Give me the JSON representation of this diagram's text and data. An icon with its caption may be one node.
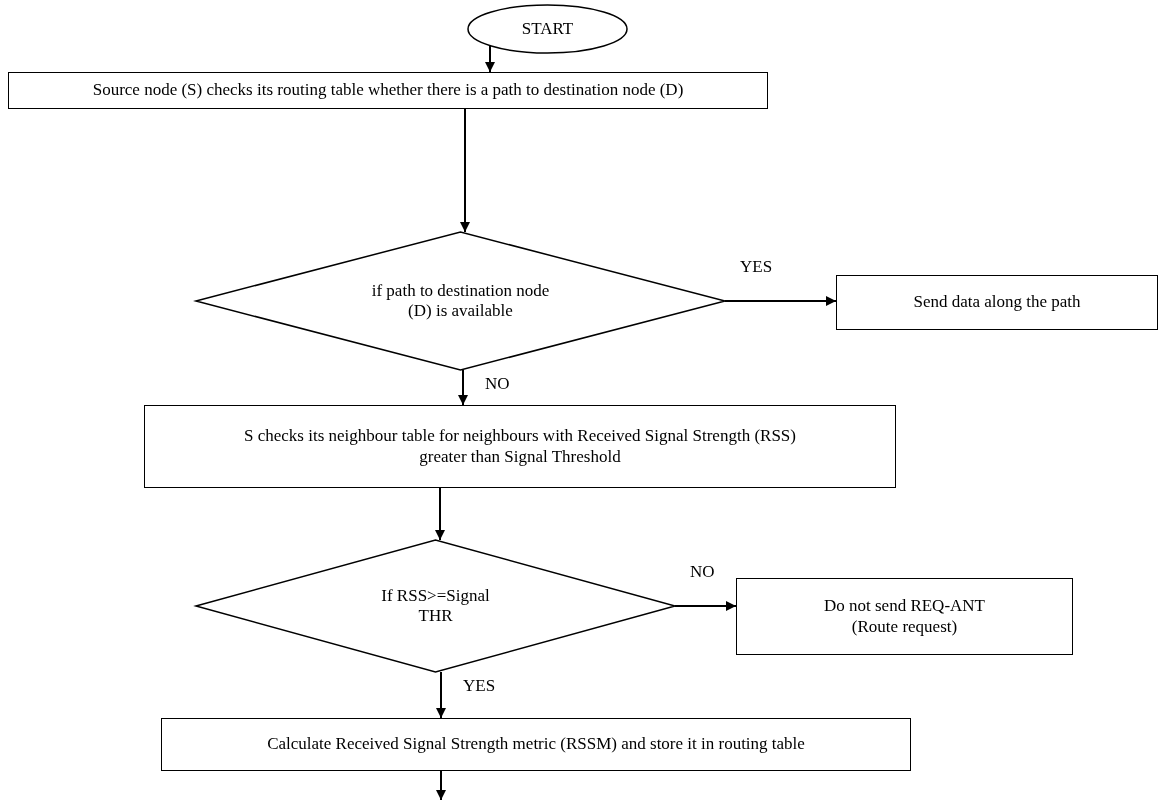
{
  "diagram": {
    "nodes": [
      {
        "text": [
          "START"
        ]
      },
      {
        "text": [
          "Source node (S) checks its routing table whether there is a path to destination node (D)"
        ]
      },
      {
        "text": [
          "if path to destination node (D) is available"
        ]
      },
      {
        "text": [
          "Send data along the path"
        ]
      },
      {
        "text": [
          "S checks its neighbour table for neighbours with Received Signal Strength (RSS) greater than Signal Threshold"
        ]
      },
      {
        "text": [
          "If RSS>=Signal THR"
        ]
      },
      {
        "text": [
          "Do not send REQ-ANT (Route request)"
        ]
      },
      {
        "text": [
          "Calculate Received Signal Strength metric (RSSM) and store it in routing table"
        ]
      }
    ],
    "edges": [
      {
        "from": 0,
        "to": 1,
        "arrow": "to"
      },
      {
        "from": 1,
        "to": 2,
        "arrow": "to"
      },
      {
        "from": 2,
        "to": 3,
        "arrow": "to",
        "label": "YES"
      },
      {
        "from": 2,
        "to": 4,
        "arrow": "to",
        "label": "NO"
      },
      {
        "from": 4,
        "to": 5,
        "arrow": "to"
      },
      {
        "from": 5,
        "to": 6,
        "arrow": "to",
        "label": "NO"
      },
      {
        "from": 5,
        "to": 7,
        "arrow": "to",
        "label": "YES"
      },
      {
        "from": 7,
        "to": null,
        "arrow": "to"
      }
    ]
  }
}
